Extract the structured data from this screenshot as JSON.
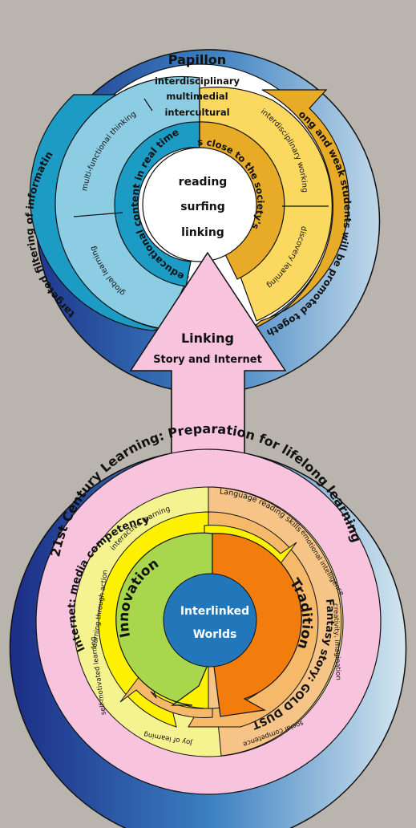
{
  "colors": {
    "background": "#b9b5ae",
    "frame_dark": "#1c2d86",
    "frame_light": "#d4e6ef",
    "blue_outer": "#8ccde4",
    "blue_inner": "#1c9bc4",
    "orange_outer": "#f6c356",
    "orange_inner": "#e7ab27",
    "pink": "#f7c3dd",
    "tan": "#f6c487",
    "pale_yellow": "#f5f290",
    "yellow": "#fff200",
    "green": "#a8d64c",
    "orange_tradition": "#f27d0c",
    "center_blue": "#2277bb"
  },
  "papillon": {
    "title": "Papillon",
    "subtitle_lines": [
      "interdisciplinary",
      "multimedial",
      "intercultural"
    ],
    "center_lines": [
      "reading",
      "surfing",
      "linking"
    ],
    "left_outer": "targeted filtering of informatin",
    "left_mid_top": "multi-functional thinking",
    "left_mid_bottom": "global learning",
    "left_inner": "educational content in real time",
    "right_outer": "strong and weak students will be promoted together",
    "right_mid_top": "interdisciplinary working",
    "right_mid_bottom": "discovery learning",
    "right_inner": "topics close to the society's heart"
  },
  "arrow": {
    "title": "Linking",
    "subtitle": "Story and Internet"
  },
  "learning": {
    "outer_title": "21st Century Learning: Preparation for lifelong learning",
    "left_skills": [
      "interactive learning",
      "learning through action",
      "self-motivated learning",
      "Joy of learning"
    ],
    "right_skills": [
      "Language reading skills",
      "emotional intelligence",
      "creativity, imagination",
      "social competence"
    ],
    "internet_ring": "Internet: media competency",
    "fantasy_ring": "Fantasy story: GOLD DUST",
    "innovation": "Innovation",
    "tradition": "Tradition",
    "center_lines": [
      "Interlinked",
      "Worlds"
    ]
  }
}
